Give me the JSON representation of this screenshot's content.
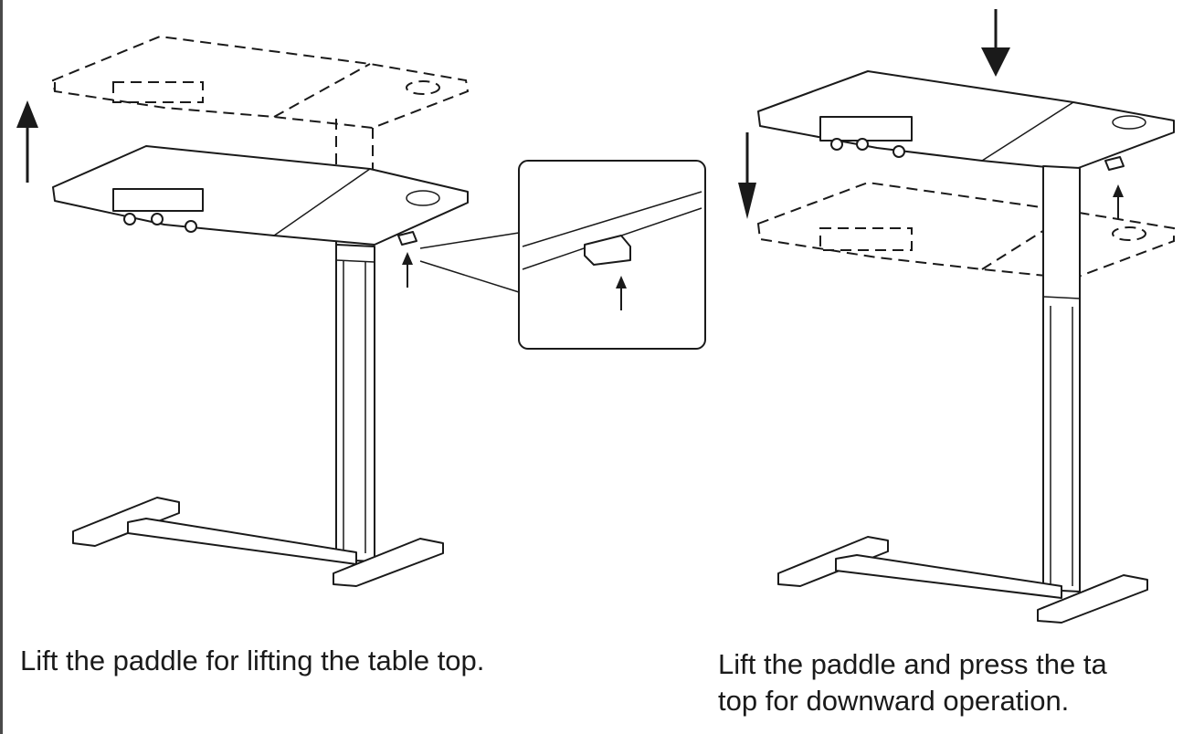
{
  "captions": {
    "left": "Lift the paddle for lifting the table top.",
    "right_line1": "Lift the paddle and press the ta",
    "right_line2": "top for downward operation."
  },
  "icons": [
    "up-arrow-icon",
    "down-arrow-icon",
    "small-up-arrow-icon"
  ],
  "colors": {
    "ink": "#1a1a1a",
    "paper": "#ffffff",
    "border": "#4a4a4a"
  }
}
